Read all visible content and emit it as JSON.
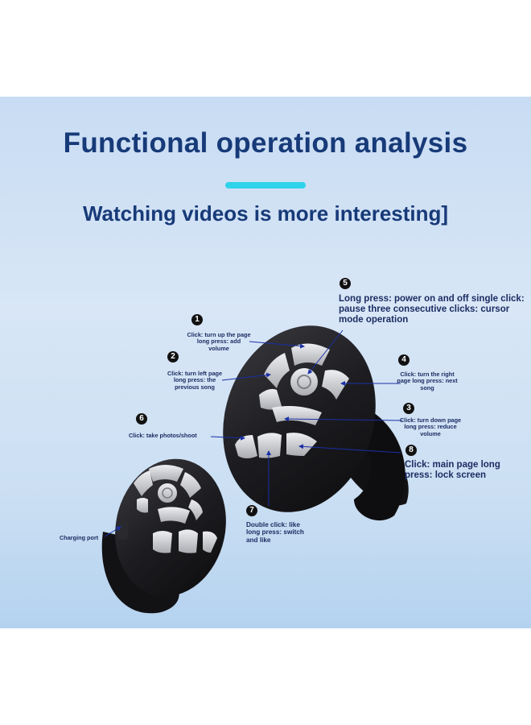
{
  "header": {
    "title": "Functional operation analysis",
    "subtitle": "Watching videos is more interesting]"
  },
  "colors": {
    "title": "#173a78",
    "accent_bar": "#2fd3ea",
    "label_text": "#1c2d63",
    "leader_line": "#1a2fa8",
    "device_body": "#1b1b1e",
    "button": "#c9cbcf"
  },
  "callouts": [
    {
      "number": "1",
      "text": "Click: turn up the page long press: add volume"
    },
    {
      "number": "2",
      "text": "Click: turn left page long press: the previous song"
    },
    {
      "number": "3",
      "text": "Click: turn down page long press: reduce volume"
    },
    {
      "number": "4",
      "text": "Click: turn the right page long press: next song"
    },
    {
      "number": "5",
      "text": "Long press: power on and off single click: pause three consecutive clicks: cursor mode operation"
    },
    {
      "number": "6",
      "text": "Click: take photos/shoot"
    },
    {
      "number": "7",
      "text": "Double click: like long press: switch and like"
    },
    {
      "number": "8",
      "text": "Click: main page long press: lock screen"
    }
  ],
  "charging_port_label": "Charging port",
  "icons": [
    "up-arrow-icon",
    "left-arrow-icon",
    "right-arrow-icon",
    "down-arrow-icon",
    "power-icon",
    "camera-icon",
    "heart-icon",
    "home-icon"
  ]
}
